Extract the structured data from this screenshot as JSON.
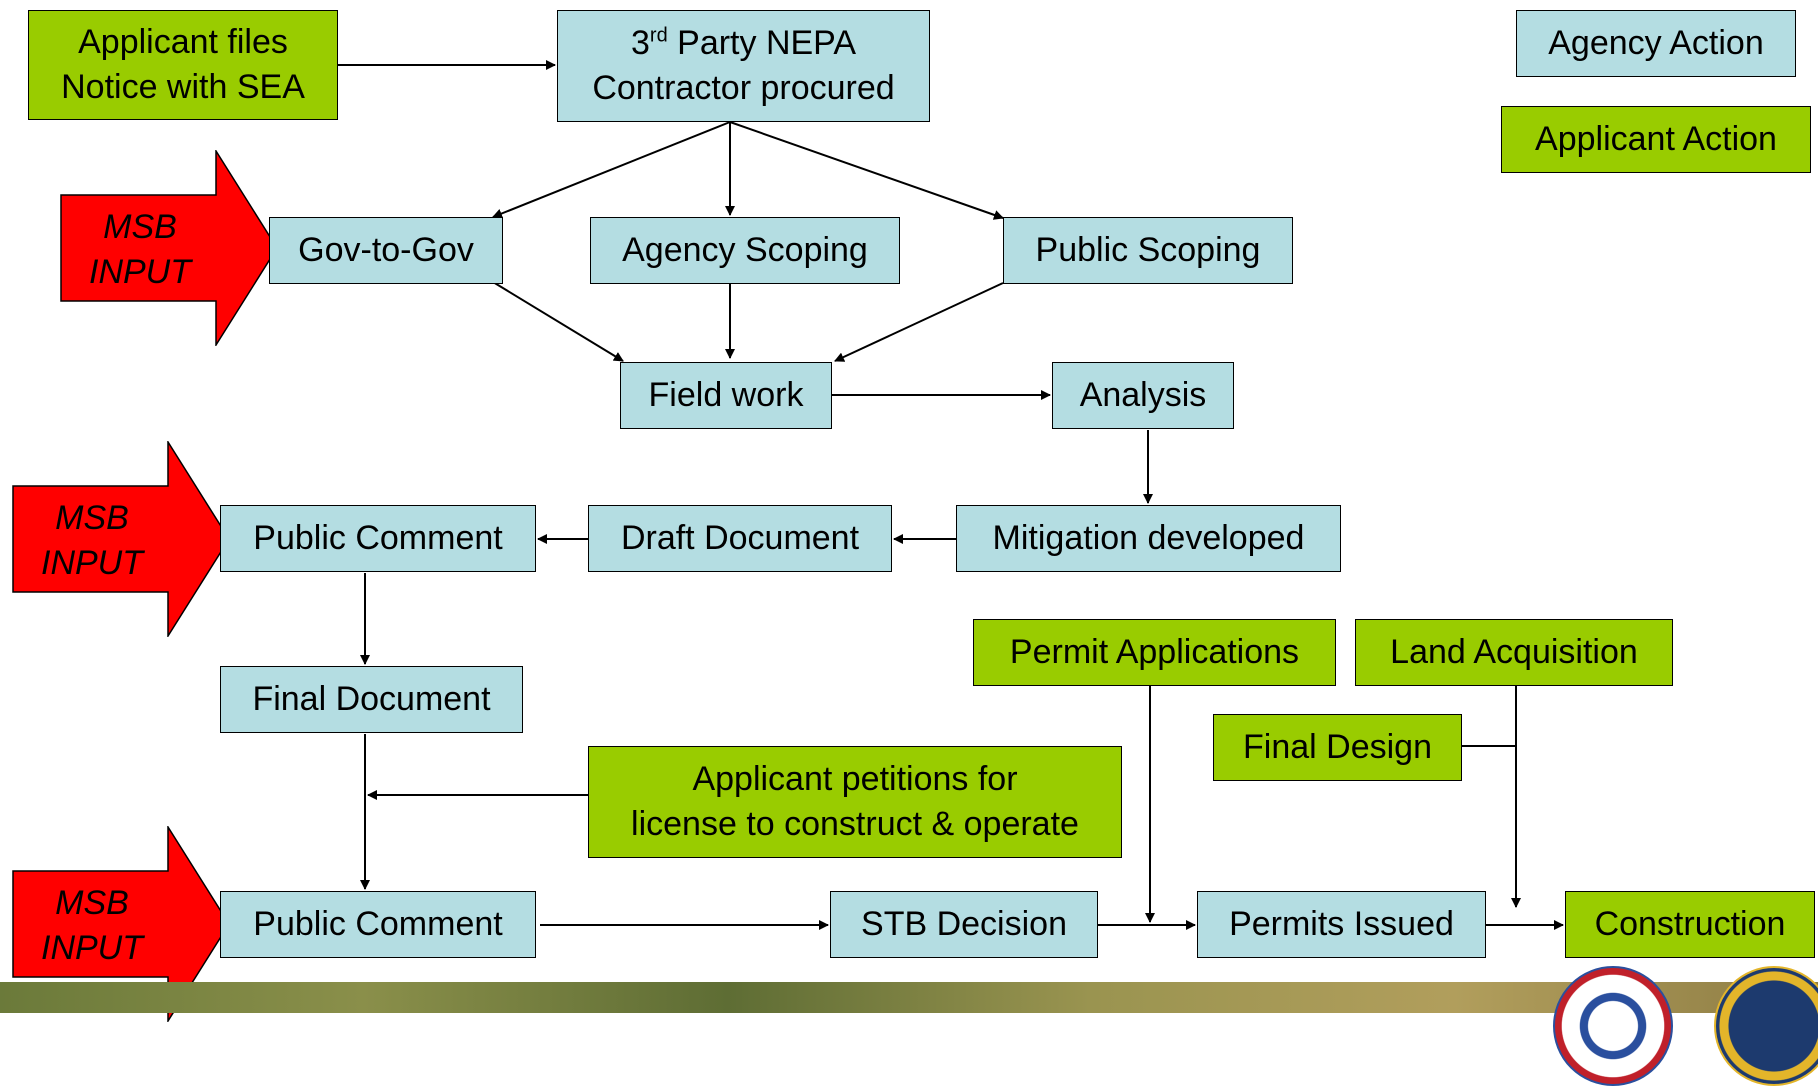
{
  "colors": {
    "agency": "#b4dde2",
    "applicant": "#99cc00",
    "msb": "#ff0000"
  },
  "legend": {
    "agency": "Agency Action",
    "applicant": "Applicant Action"
  },
  "msb": {
    "line1": "MSB",
    "line2": "INPUT"
  },
  "nodes": {
    "applicant_files": {
      "line1": "Applicant files",
      "line2": "Notice with SEA"
    },
    "contractor": {
      "line1_pre": "3",
      "line1_sup": "rd",
      "line1_post": " Party NEPA",
      "line2": "Contractor procured"
    },
    "gov": "Gov-to-Gov",
    "agency_scoping": "Agency Scoping",
    "public_scoping": "Public Scoping",
    "field_work": "Field work",
    "analysis": "Analysis",
    "mitigation": "Mitigation developed",
    "draft_document": "Draft Document",
    "public_comment_1": "Public Comment",
    "final_document": "Final Document",
    "applicant_petitions": {
      "line1": "Applicant petitions for",
      "line2": "license to construct & operate"
    },
    "public_comment_2": "Public Comment",
    "stb_decision": "STB Decision",
    "permit_applications": "Permit Applications",
    "land_acquisition": "Land Acquisition",
    "final_design": "Final Design",
    "permits_issued": "Permits Issued",
    "construction": "Construction"
  }
}
